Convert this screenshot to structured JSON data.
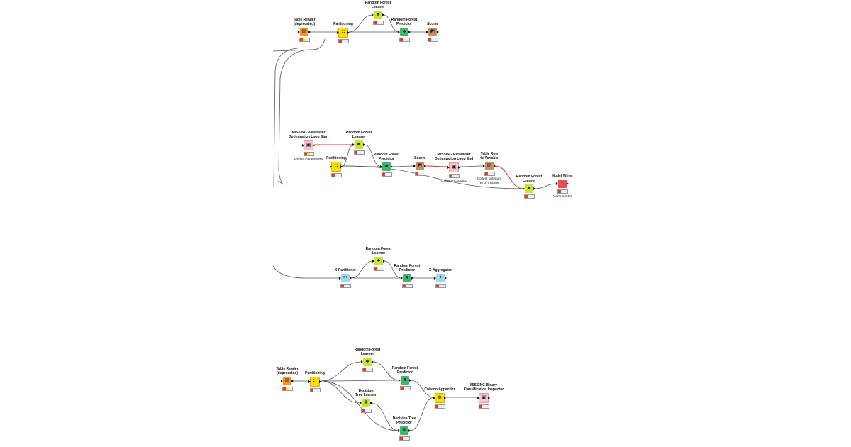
{
  "workflows": [
    {
      "id": "wf1",
      "nodes": [
        {
          "id": "w1_reader",
          "title": "Table Reader\n(deprecated)",
          "kind": "table-reader",
          "color": "orange",
          "status": "ry",
          "comment": ""
        },
        {
          "id": "w1_part",
          "title": "Partitioning",
          "kind": "partitioning",
          "color": "yellow",
          "status": "r",
          "comment": ""
        },
        {
          "id": "w1_rfl",
          "title": "Random Forest\nLearner",
          "kind": "rf-learner",
          "color": "lime",
          "status": "r",
          "comment": ""
        },
        {
          "id": "w1_rfp",
          "title": "Random Forest\nPredictor",
          "kind": "rf-predictor",
          "color": "green",
          "status": "r",
          "comment": ""
        },
        {
          "id": "w1_scorer",
          "title": "Scorer",
          "kind": "scorer",
          "color": "tan",
          "status": "r",
          "comment": ""
        }
      ]
    },
    {
      "id": "wf2",
      "nodes": [
        {
          "id": "w2_loopstart",
          "title": "MISSING Parameter\nOptimization Loop Start",
          "kind": "missing",
          "color": "pink",
          "status": "ry",
          "comment": "Define Parameters"
        },
        {
          "id": "w2_rfl",
          "title": "Random Forest\nLearner",
          "kind": "rf-learner",
          "color": "lime",
          "status": "r",
          "comment": ""
        },
        {
          "id": "w2_part",
          "title": "Partitioning",
          "kind": "partitioning",
          "color": "yellow",
          "status": "r",
          "comment": ""
        },
        {
          "id": "w2_rfp",
          "title": "Random Forest\nPredictor",
          "kind": "rf-predictor",
          "color": "green",
          "status": "r",
          "comment": ""
        },
        {
          "id": "w2_scorer",
          "title": "Scorer",
          "kind": "scorer",
          "color": "tan",
          "status": "r",
          "comment": ""
        },
        {
          "id": "w2_loopend",
          "title": "MISSING Parameter\nOptimization Loop End",
          "kind": "missing",
          "color": "pink",
          "status": "r",
          "comment": "Collect Accuracy"
        },
        {
          "id": "w2_t2v",
          "title": "Table Row\nto Variable",
          "kind": "table-row-to-variable",
          "color": "tan",
          "status": "r",
          "comment": "Collect optimum\ner of models"
        },
        {
          "id": "w2_rfl2",
          "title": "Random Forest\nLearner",
          "kind": "rf-learner",
          "color": "lime",
          "status": "r",
          "comment": ""
        },
        {
          "id": "w2_writer",
          "title": "Model Writer",
          "kind": "model-writer",
          "color": "red",
          "status": "r",
          "comment": "Write model"
        }
      ]
    },
    {
      "id": "wf3",
      "nodes": [
        {
          "id": "w3_xpart",
          "title": "X-Partitioner",
          "kind": "x-partitioner",
          "color": "blue",
          "status": "r",
          "comment": ""
        },
        {
          "id": "w3_rfl",
          "title": "Random Forest\nLearner",
          "kind": "rf-learner",
          "color": "lime",
          "status": "r",
          "comment": ""
        },
        {
          "id": "w3_rfp",
          "title": "Random Forest\nPredictor",
          "kind": "rf-predictor",
          "color": "green",
          "status": "r",
          "comment": ""
        },
        {
          "id": "w3_xagg",
          "title": "X-Aggregator",
          "kind": "x-aggregator",
          "color": "blue",
          "status": "r",
          "comment": ""
        }
      ]
    },
    {
      "id": "wf4",
      "nodes": [
        {
          "id": "w4_reader",
          "title": "Table Reader\n(deprecated)",
          "kind": "table-reader",
          "color": "orange",
          "status": "ry",
          "comment": ""
        },
        {
          "id": "w4_part",
          "title": "Partitioning",
          "kind": "partitioning",
          "color": "yellow",
          "status": "r",
          "comment": ""
        },
        {
          "id": "w4_rfl",
          "title": "Random Forest\nLearner",
          "kind": "rf-learner",
          "color": "lime",
          "status": "r",
          "comment": ""
        },
        {
          "id": "w4_rfp",
          "title": "Random Forest\nPredictor",
          "kind": "rf-predictor",
          "color": "green",
          "status": "r",
          "comment": ""
        },
        {
          "id": "w4_dtl",
          "title": "Decision\nTree Learner",
          "kind": "dt-learner",
          "color": "lime",
          "status": "r",
          "comment": ""
        },
        {
          "id": "w4_dtp",
          "title": "Decision Tree\nPredictor",
          "kind": "dt-predictor",
          "color": "green",
          "status": "r",
          "comment": ""
        },
        {
          "id": "w4_append",
          "title": "Column Appender",
          "kind": "column-appender",
          "color": "yellow",
          "status": "r",
          "comment": ""
        },
        {
          "id": "w4_binary",
          "title": "MISSING Binary\nClassification Inspector",
          "kind": "missing",
          "color": "pink",
          "status": "r",
          "comment": ""
        }
      ]
    }
  ],
  "edges": [
    {
      "from": "w1_reader",
      "to": "w1_part",
      "style": "data"
    },
    {
      "from": "w1_part",
      "to": "w1_rfl",
      "style": "data"
    },
    {
      "from": "w1_part",
      "to": "w1_rfp",
      "style": "data"
    },
    {
      "from": "w1_rfl",
      "to": "w1_rfp",
      "style": "data"
    },
    {
      "from": "w1_rfp",
      "to": "w1_scorer",
      "style": "data"
    },
    {
      "from": "w2_loopstart",
      "to": "w2_rfl",
      "style": "flow-variable"
    },
    {
      "from": "w2_part",
      "to": "w2_rfl",
      "style": "data"
    },
    {
      "from": "w2_part",
      "to": "w2_rfp",
      "style": "data"
    },
    {
      "from": "w2_part",
      "to": "w2_rfl2",
      "style": "data"
    },
    {
      "from": "w2_rfl",
      "to": "w2_rfp",
      "style": "data"
    },
    {
      "from": "w2_rfp",
      "to": "w2_scorer",
      "style": "data"
    },
    {
      "from": "w2_scorer",
      "to": "w2_loopend",
      "style": "flow-variable"
    },
    {
      "from": "w2_loopend",
      "to": "w2_t2v",
      "style": "data"
    },
    {
      "from": "w2_t2v",
      "to": "w2_rfl2",
      "style": "flow-variable"
    },
    {
      "from": "w2_rfl2",
      "to": "w2_writer",
      "style": "data"
    },
    {
      "from": "w3_xpart",
      "to": "w3_rfl",
      "style": "data"
    },
    {
      "from": "w3_xpart",
      "to": "w3_rfp",
      "style": "data"
    },
    {
      "from": "w3_rfl",
      "to": "w3_rfp",
      "style": "data"
    },
    {
      "from": "w3_rfp",
      "to": "w3_xagg",
      "style": "data"
    },
    {
      "from": "w4_reader",
      "to": "w4_part",
      "style": "data"
    },
    {
      "from": "w4_part",
      "to": "w4_rfl",
      "style": "data"
    },
    {
      "from": "w4_part",
      "to": "w4_rfp",
      "style": "data"
    },
    {
      "from": "w4_part",
      "to": "w4_dtl",
      "style": "data"
    },
    {
      "from": "w4_part",
      "to": "w4_dtp",
      "style": "data"
    },
    {
      "from": "w4_rfl",
      "to": "w4_rfp",
      "style": "data"
    },
    {
      "from": "w4_dtl",
      "to": "w4_dtp",
      "style": "data"
    },
    {
      "from": "w4_rfp",
      "to": "w4_append",
      "style": "data"
    },
    {
      "from": "w4_dtp",
      "to": "w4_append",
      "style": "data"
    },
    {
      "from": "w4_append",
      "to": "w4_binary",
      "style": "data"
    }
  ],
  "colors": {
    "edge": "#555555",
    "flow_variable_edge": "#e8322a",
    "orange": "#f7941d",
    "yellow": "#ffdf00",
    "lime": "#c9e330",
    "green": "#3db86e",
    "tan": "#c98f68",
    "pink": "#f7c2c8",
    "blue": "#9ed8ef",
    "red": "#f04b4b"
  }
}
